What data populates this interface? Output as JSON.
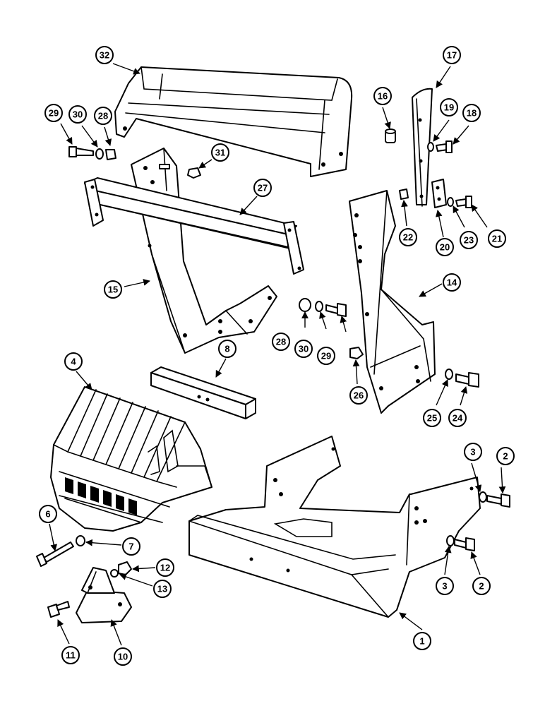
{
  "diagram": {
    "callouts": [
      "1",
      "2",
      "2",
      "3",
      "3",
      "4",
      "6",
      "7",
      "8",
      "10",
      "11",
      "12",
      "13",
      "14",
      "15",
      "16",
      "17",
      "18",
      "19",
      "20",
      "21",
      "22",
      "23",
      "24",
      "25",
      "26",
      "27",
      "28",
      "28",
      "29",
      "29",
      "30",
      "30",
      "31",
      "32"
    ]
  }
}
